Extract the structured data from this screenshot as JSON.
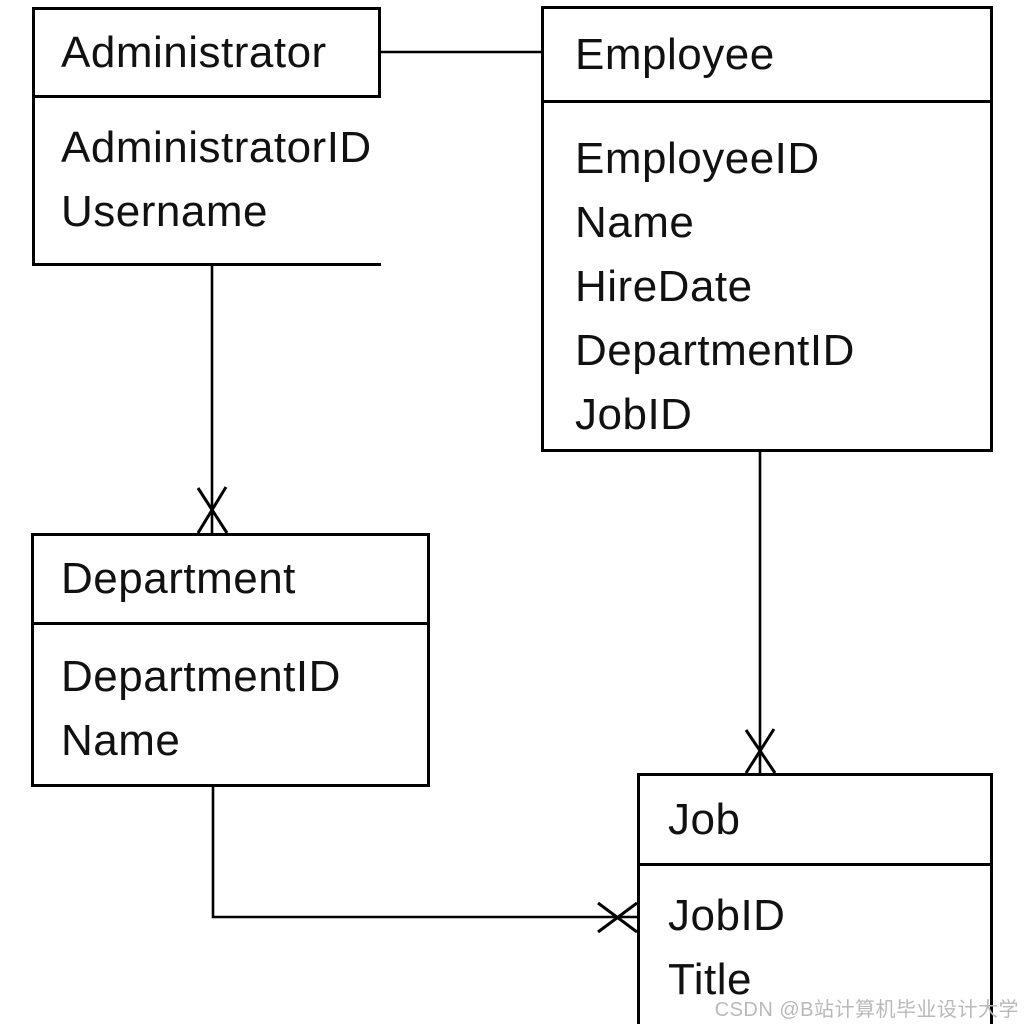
{
  "diagram": {
    "type": "entity-relationship-diagram",
    "background_color": "#ffffff",
    "line_color": "#000000",
    "text_color": "#111111",
    "entities": [
      {
        "title": "Administrator",
        "fields": [
          "AdministratorID",
          "Username"
        ]
      },
      {
        "title": "Employee",
        "fields": [
          "EmployeeID",
          "Name",
          "HireDate",
          "DepartmentID",
          "JobID"
        ]
      },
      {
        "title": "Department",
        "fields": [
          "DepartmentID",
          "Name"
        ]
      },
      {
        "title": "Job",
        "fields": [
          "JobID",
          "Title"
        ]
      }
    ],
    "relationships": [
      {
        "from": "Administrator",
        "to": "Employee",
        "end_marker": "none"
      },
      {
        "from": "Administrator",
        "to": "Department",
        "end_marker": "x-many"
      },
      {
        "from": "Employee",
        "to": "Job",
        "end_marker": "x-many"
      },
      {
        "from": "Department",
        "to": "Job",
        "end_marker": "x-many"
      }
    ],
    "watermark": {
      "text": "CSDN @B站计算机毕业设计大学",
      "color": "#b9b9b9"
    }
  }
}
